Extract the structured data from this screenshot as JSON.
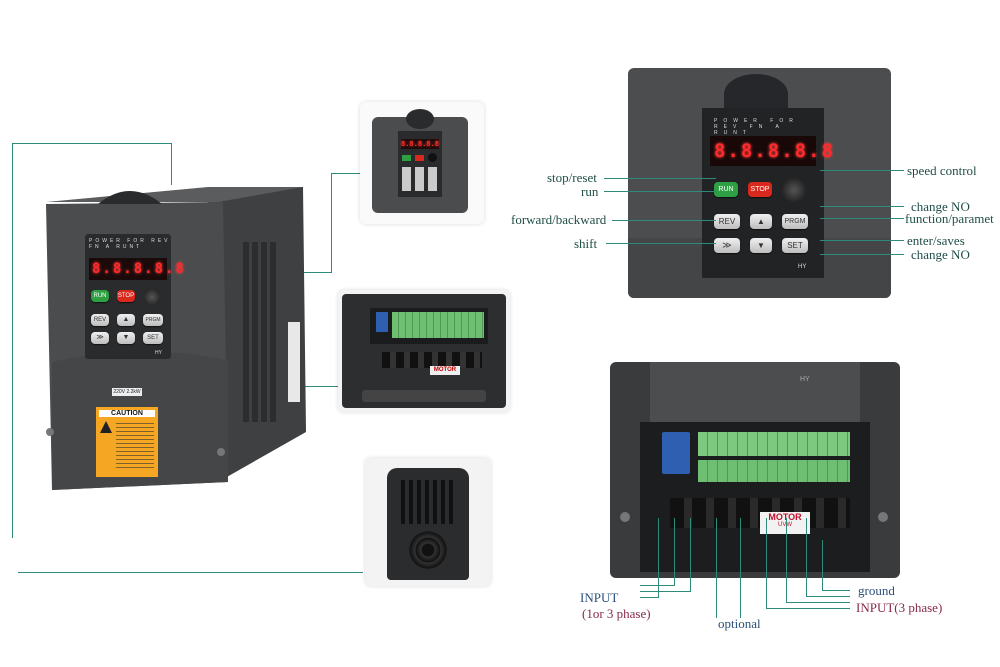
{
  "device": {
    "display": "8.8.8.8.8",
    "led_labels": [
      "POWER",
      "FOR",
      "REV",
      "FN",
      "A",
      "RUNT"
    ],
    "buttons": {
      "run": "RUN",
      "stop": "STOP",
      "rev": "REV",
      "prgm": "PRGM",
      "shift": "≫",
      "set": "SET"
    },
    "brand": "HY",
    "rating": "220V 2.2kW",
    "caution": "CAUTION",
    "motor_label": "MOTOR",
    "motor_sub": "UVW"
  },
  "labels_left": {
    "stop_reset": "stop/reset",
    "run": "run",
    "forward_backward": "forward/backward",
    "shift": "shift"
  },
  "labels_right": {
    "speed_control": "speed control",
    "change_no_1": "change NO",
    "function_parameter": "function/paramet",
    "enter_saves": "enter/saves",
    "change_no_2": "change NO"
  },
  "terminal_labels": {
    "input_line1": "INPUT",
    "input_line2": "(1or 3 phase)",
    "optional": "optional",
    "ground": "ground",
    "input_3phase": "INPUT(3 phase)"
  },
  "colors": {
    "leader_line": "#2f8a7c",
    "device_body": "#4a4c4e",
    "caution_bg": "#f5a623",
    "terminal_green": "#6fbf73"
  }
}
